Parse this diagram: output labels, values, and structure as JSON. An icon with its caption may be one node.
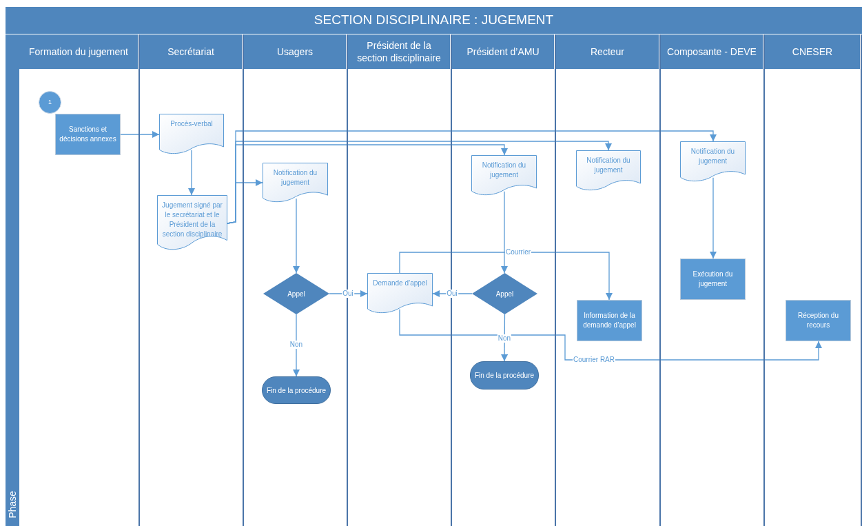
{
  "diagram": {
    "title": "SECTION DISCIPLINAIRE : JUGEMENT",
    "nodes": [
      {
        "text": [
          "Formation du jugement"
        ]
      },
      {
        "text": [
          "Secrétariat"
        ]
      },
      {
        "text": [
          "Usagers"
        ]
      },
      {
        "text": [
          "Président de la section disciplinaire"
        ]
      },
      {
        "text": [
          "Président d’AMU"
        ]
      },
      {
        "text": [
          "Recteur"
        ]
      },
      {
        "text": [
          "Composante - DEVE"
        ]
      },
      {
        "text": [
          "CNESER"
        ]
      },
      {
        "text": [
          "1"
        ],
        "in": 0
      },
      {
        "text": [
          "Sanctions et décisions annexes"
        ],
        "in": 0
      },
      {
        "text": [
          "Procès-verbal"
        ],
        "in": 1
      },
      {
        "text": [
          "Jugement signé par le secrétariat et le Président de la section disciplinaire"
        ],
        "in": 1
      },
      {
        "text": [
          "Notification du jugement"
        ],
        "in": 2
      },
      {
        "text": [
          "Notification du jugement"
        ],
        "in": 4
      },
      {
        "text": [
          "Notification du jugement"
        ],
        "in": 5
      },
      {
        "text": [
          "Notification du jugement"
        ],
        "in": 6
      },
      {
        "text": [
          "Appel"
        ],
        "in": 2
      },
      {
        "text": [
          "Demande d’appel"
        ],
        "in": 3
      },
      {
        "text": [
          "Appel"
        ],
        "in": 4
      },
      {
        "text": [
          "Fin de la procédure"
        ],
        "in": 2
      },
      {
        "text": [
          "Fin de la procédure"
        ],
        "in": 4
      },
      {
        "text": [
          "Information de la demande d’appel"
        ],
        "in": 5
      },
      {
        "text": [
          "Exécution du jugement"
        ],
        "in": 6
      },
      {
        "text": [
          "Réception du recours"
        ],
        "in": 7
      }
    ],
    "edges": [
      {
        "from": 9,
        "to": 10,
        "arrow": "to"
      },
      {
        "from": 10,
        "to": 11,
        "arrow": "to"
      },
      {
        "from": 11,
        "to": 12,
        "arrow": "to"
      },
      {
        "from": 11,
        "to": 13,
        "arrow": "to"
      },
      {
        "from": 11,
        "to": 14,
        "arrow": "to"
      },
      {
        "from": 11,
        "to": 15,
        "arrow": "to"
      },
      {
        "from": 12,
        "to": 16,
        "arrow": "to"
      },
      {
        "from": 13,
        "to": 18,
        "arrow": "to"
      },
      {
        "from": 15,
        "to": 22,
        "arrow": "to"
      },
      {
        "from": 16,
        "to": 17,
        "arrow": "to",
        "label": "Oui"
      },
      {
        "from": 18,
        "to": 17,
        "arrow": "to",
        "label": "Oui"
      },
      {
        "from": 16,
        "to": 19,
        "arrow": "to",
        "label": "Non"
      },
      {
        "from": 18,
        "to": 20,
        "arrow": "to",
        "label": "Non"
      },
      {
        "from": 17,
        "to": 21,
        "arrow": "to",
        "label": "Courrier"
      },
      {
        "from": 17,
        "to": 23,
        "arrow": "to",
        "label": "Courrier RAR"
      }
    ],
    "labels": [
      "Phase"
    ]
  }
}
